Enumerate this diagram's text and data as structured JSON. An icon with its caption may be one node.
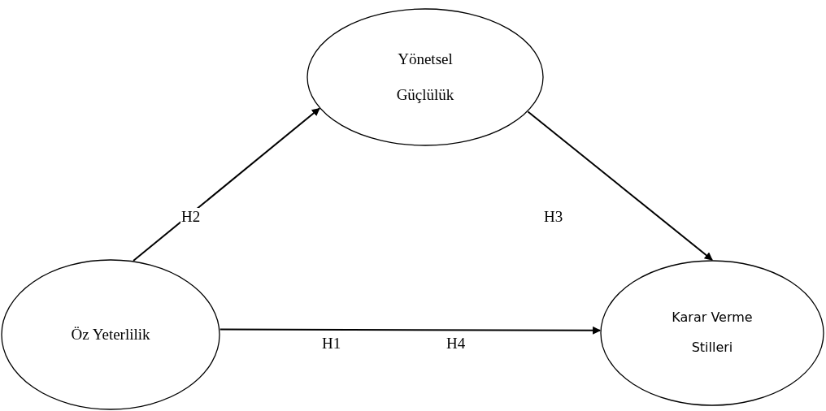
{
  "diagram": {
    "nodes": [
      {
        "text": [
          "Yönetsel Güçlülük"
        ]
      },
      {
        "text": [
          "Öz Yeterlilik"
        ]
      },
      {
        "text": [
          "Karar Verme Stilleri"
        ]
      }
    ],
    "edges": [
      {
        "from": 1,
        "to": 0,
        "arrow": "to",
        "label": "H2"
      },
      {
        "from": 0,
        "to": 2,
        "arrow": "to",
        "label": "H3"
      },
      {
        "from": 1,
        "to": 2,
        "arrow": "to",
        "label": "H1"
      }
    ],
    "labels": [
      "H4"
    ]
  }
}
